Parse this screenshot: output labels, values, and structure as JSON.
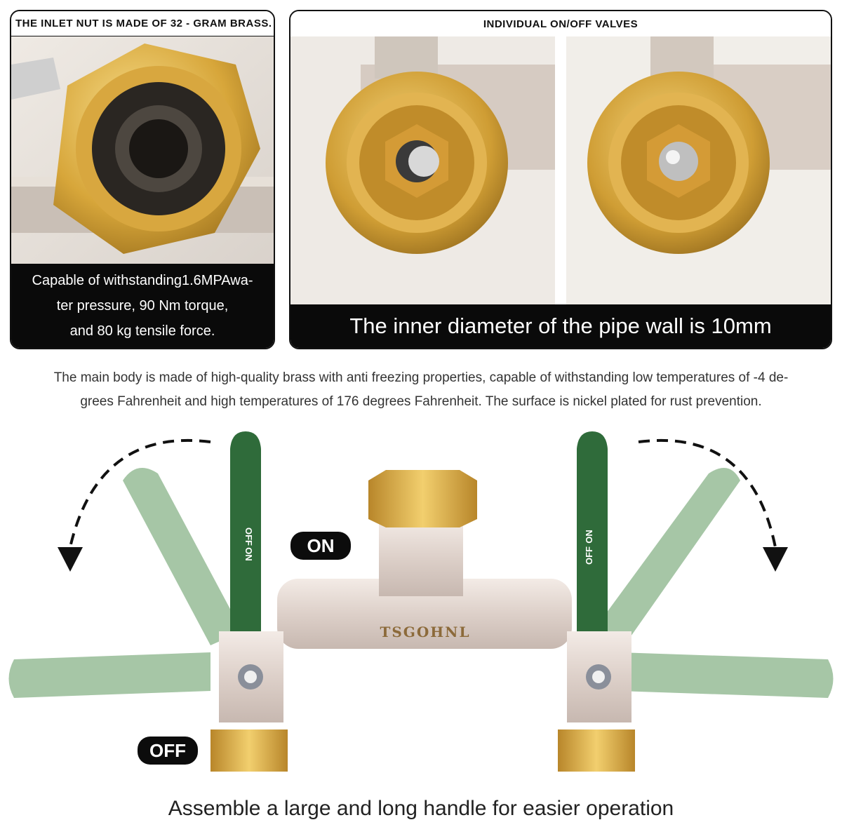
{
  "panels": {
    "inlet": {
      "caption": "THE INLET NUT IS MADE OF 32 - GRAM BRASS.",
      "note_line1": "Capable of withstanding1.6MPAwa-",
      "note_line2": "ter pressure, 90 Nm torque,",
      "note_line3": "and 80 kg tensile force."
    },
    "valves": {
      "caption": "INDIVIDUAL ON/OFF VALVES",
      "note": "The inner diameter of the pipe wall is 10mm"
    }
  },
  "description": {
    "line1": "The main body is made of high-quality brass with anti freezing properties, capable of withstanding low temperatures of -4 de-",
    "line2": "grees Fahrenheit and high temperatures of 176 degrees Fahrenheit. The surface is nickel plated for rust prevention."
  },
  "diagram": {
    "on_label": "ON",
    "off_label": "OFF",
    "brand": "TSGOHNL",
    "handle_on": "ON",
    "handle_off": "OFF"
  },
  "footer": "Assemble a large and long handle for easier operation",
  "colors": {
    "brass": "#d9aa3c",
    "nickel": "#e8dcd6",
    "handle_green": "#2f6b3a",
    "handle_ghost": "#a6c6a6",
    "bar_black": "#0a0a0a"
  }
}
